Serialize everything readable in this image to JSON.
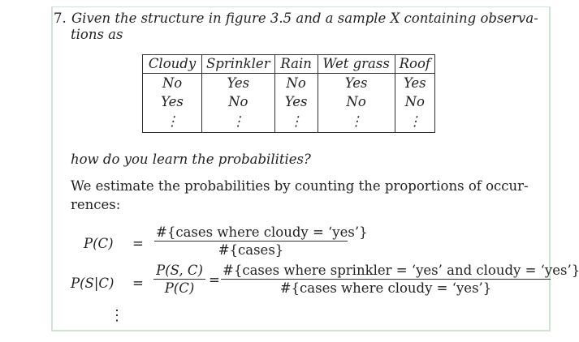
{
  "question": {
    "number": "7.",
    "line1": "Given the structure in figure 3.5 and a sample X containing observa-",
    "line2": "tions as"
  },
  "table": {
    "headers": [
      "Cloudy",
      "Sprinkler",
      "Rain",
      "Wet grass",
      "Roof"
    ],
    "rows": [
      [
        "No",
        "Yes",
        "No",
        "Yes",
        "Yes"
      ],
      [
        "Yes",
        "No",
        "Yes",
        "No",
        "No"
      ],
      [
        "⋮",
        "⋮",
        "⋮",
        "⋮",
        "⋮"
      ]
    ]
  },
  "prompt": "how do you learn the probabilities?",
  "answer": "We estimate the probabilities by counting the proportions of occur-rences:",
  "answer_lines": [
    "We estimate the probabilities by counting the proportions of occur-",
    "rences:"
  ],
  "equations": {
    "eq1": {
      "lhs": "P(C)",
      "equals": "=",
      "numerator": "#{cases where cloudy = ‘yes’}",
      "denominator": "#{cases}"
    },
    "eq2": {
      "lhs": "P(S|C)",
      "equals": "=",
      "frac1_numerator": "P(S, C)",
      "frac1_denominator": "P(C)",
      "equals2": "=",
      "numerator": "#{cases where sprinkler = ‘yes’ and cloudy = ‘yes’}",
      "denominator": "#{cases where cloudy = ‘yes’}"
    },
    "continuation": "⋮"
  },
  "colors": {
    "border": "#cfe5d4",
    "text": "#222222",
    "background": "#ffffff"
  }
}
